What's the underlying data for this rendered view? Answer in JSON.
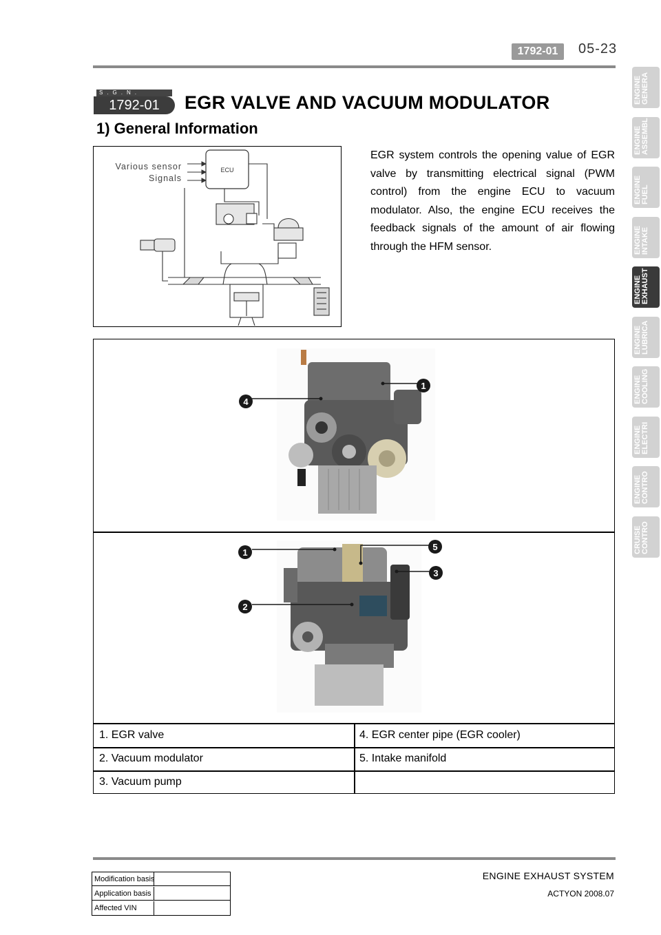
{
  "header": {
    "doc_code": "1792-01",
    "page_number": "05-23"
  },
  "title": {
    "sgn_label": "S.G.N.",
    "section_code": "1792-01",
    "section_title": "EGR VALVE AND VACUUM MODULATOR",
    "subsection": "1) General Information"
  },
  "diagram": {
    "sensor_label_line1": "Various sensor",
    "sensor_label_line2": "Signals",
    "ecu_label": "ECU"
  },
  "description": "EGR system controls the opening value of EGR valve by transmitting electrical signal (PWM control) from the engine ECU to vacuum modulator. Also, the engine ECU receives the feedback signals of the amount of air flowing through the HFM sensor.",
  "photo_callouts": {
    "top": [
      "4",
      "1"
    ],
    "bottom": [
      "1",
      "5",
      "3",
      "2"
    ]
  },
  "legend": [
    {
      "left": "1. EGR valve",
      "right": "4. EGR center pipe (EGR cooler)"
    },
    {
      "left": "2. Vacuum modulator",
      "right": "5. Intake manifold"
    },
    {
      "left": "3. Vacuum pump",
      "right": ""
    }
  ],
  "footer": {
    "system": "ENGINE EXHAUST SYSTEM",
    "model": "ACTYON 2008.07",
    "basis_rows": [
      "Modification basis",
      "Application basis",
      "Affected VIN"
    ]
  },
  "tabs": [
    {
      "line1": "ENGINE",
      "line2": "GENERA",
      "active": false
    },
    {
      "line1": "ENGINE",
      "line2": "ASSEMBL",
      "active": false
    },
    {
      "line1": "ENGINE",
      "line2": "FUEL",
      "active": false
    },
    {
      "line1": "ENGINE",
      "line2": "INTAKE",
      "active": false
    },
    {
      "line1": "ENGINE",
      "line2": "EXHAUST",
      "active": true
    },
    {
      "line1": "ENGINE",
      "line2": "LUBRICA",
      "active": false
    },
    {
      "line1": "ENGINE",
      "line2": "COOLING",
      "active": false
    },
    {
      "line1": "ENGINE",
      "line2": "ELECTRI",
      "active": false
    },
    {
      "line1": "ENGINE",
      "line2": "CONTRO",
      "active": false
    },
    {
      "line1": "CRUISE",
      "line2": "CONTRO",
      "active": false
    }
  ],
  "colors": {
    "tab_inactive": "#d2d2d2",
    "tab_active": "#3a3a3a",
    "callout": "#1a1a1a"
  }
}
